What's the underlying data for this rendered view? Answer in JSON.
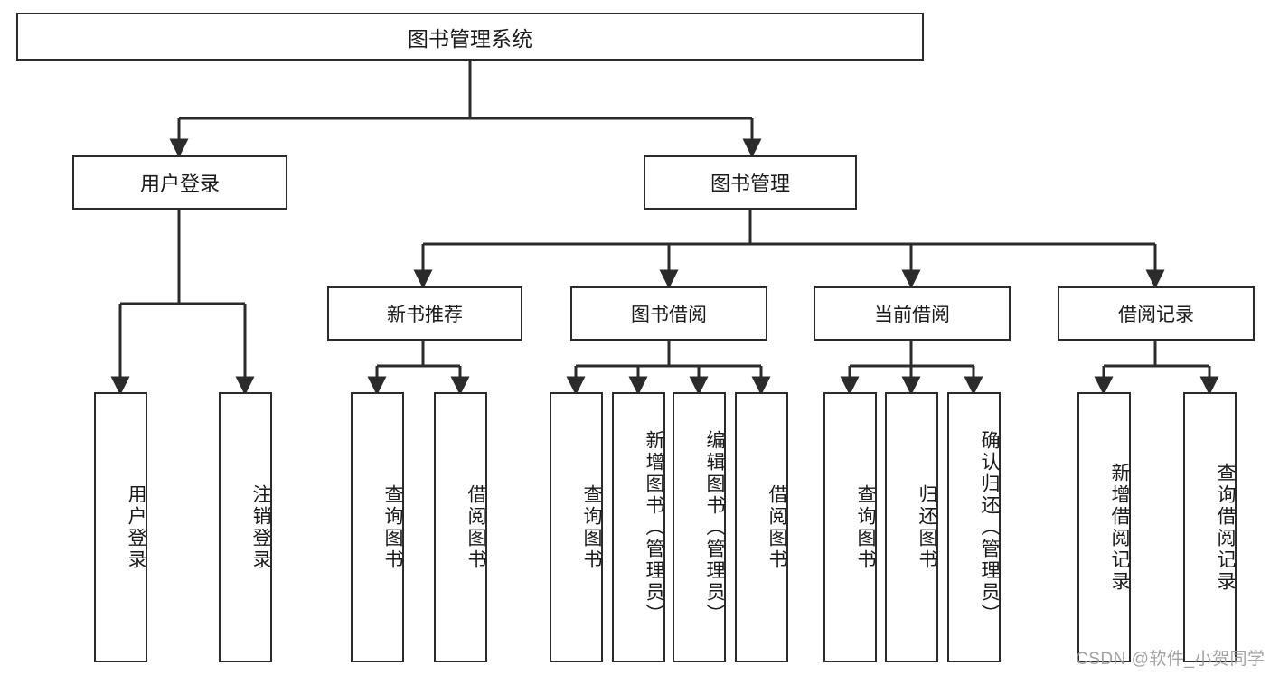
{
  "diagram": {
    "title": "图书管理系统",
    "type": "tree-hierarchy",
    "root": {
      "label": "图书管理系统"
    },
    "level1": [
      {
        "label": "用户登录"
      },
      {
        "label": "图书管理"
      }
    ],
    "level2": [
      {
        "label": "新书推荐"
      },
      {
        "label": "图书借阅"
      },
      {
        "label": "当前借阅"
      },
      {
        "label": "借阅记录"
      }
    ],
    "leaves": {
      "user_login": [
        {
          "label": "用户登录"
        },
        {
          "label": "注销登录"
        }
      ],
      "new_book_recommend": [
        {
          "label": "查询图书"
        },
        {
          "label": "借阅图书"
        }
      ],
      "book_borrow": [
        {
          "label": "查询图书"
        },
        {
          "label": "新增图书（管理员）"
        },
        {
          "label": "编辑图书（管理员）"
        },
        {
          "label": "借阅图书"
        }
      ],
      "current_borrow": [
        {
          "label": "查询图书"
        },
        {
          "label": "归还图书"
        },
        {
          "label": "确认归还（管理员）"
        }
      ],
      "borrow_record": [
        {
          "label": "新增借阅记录"
        },
        {
          "label": "查询借阅记录"
        }
      ]
    }
  },
  "watermark": {
    "text": "CSDN @软件_小贺同学"
  },
  "colors": {
    "stroke": "#2b2b2b",
    "fill": "#ffffff",
    "text": "#1a1a1a",
    "watermark": "#9a9a9a"
  }
}
